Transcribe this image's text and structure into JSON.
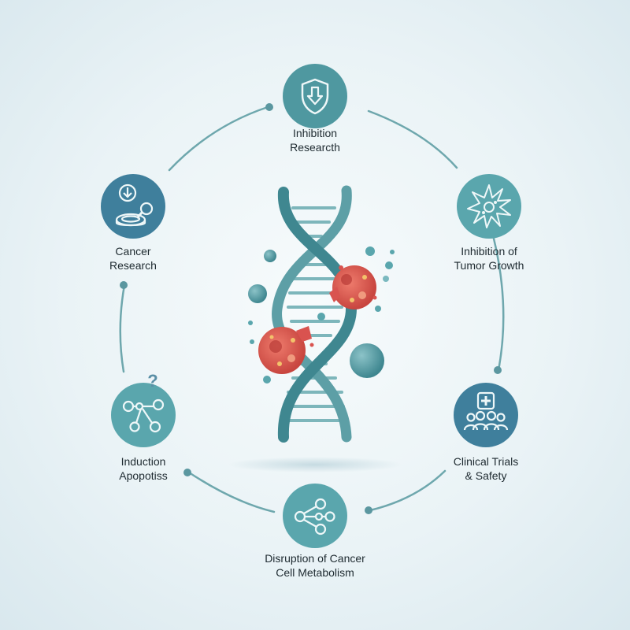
{
  "diagram": {
    "nodes": [
      {
        "id": "inhibition-research",
        "icon": "shield-down-arrow-icon",
        "color": "#4f98a0",
        "label": [
          "Inhibition",
          "Researcth"
        ]
      },
      {
        "id": "inhibition-tumor-growth",
        "icon": "burst-cell-icon",
        "color": "#5aa6ad",
        "label": [
          "Inhibition of",
          "Tumor Growth"
        ]
      },
      {
        "id": "clinical-trials-safety",
        "icon": "people-medical-cross-icon",
        "color": "#3f7f9c",
        "label": [
          "Clinical Trials",
          "& Safety"
        ]
      },
      {
        "id": "disruption-metabolism",
        "icon": "network-nodes-icon",
        "color": "#5aa6ad",
        "label": [
          "Disruption of Cancer",
          "Cell Metabolism"
        ]
      },
      {
        "id": "induction-apoptosis",
        "icon": "network-question-icon",
        "color": "#5aa6ad",
        "label": [
          "Induction",
          "Apopotiss"
        ]
      },
      {
        "id": "cancer-research",
        "icon": "petri-dish-download-icon",
        "color": "#3f7f9c",
        "label": [
          "Cancer",
          "Research"
        ]
      }
    ],
    "center": {
      "icon": "dna-helix-cancer-cells-icon"
    },
    "colors": {
      "ring": "#6ea7ad",
      "helix": "#4f98a0",
      "cell_red": "#d9534f",
      "bubble": "#4f98a0"
    }
  }
}
